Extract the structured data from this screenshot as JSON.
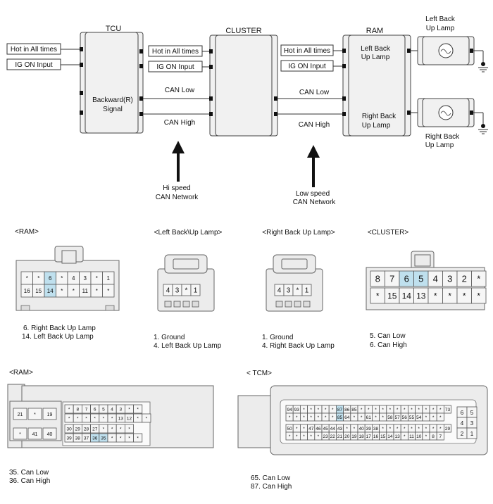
{
  "modules": {
    "tcu": "TCU",
    "cluster": "CLUSTER",
    "ram": "RAM",
    "tcu_signal": [
      "Backward(R)",
      "Signal"
    ],
    "ram_left": [
      "Left Back",
      "Up Lamp"
    ],
    "ram_right": [
      "Right Back",
      "Up Lamp"
    ]
  },
  "labels": {
    "hot": "Hot in All times",
    "ign": "IG ON Input",
    "can_low": "CAN Low",
    "can_high": "CAN High"
  },
  "lamps": {
    "left": [
      "Left Back",
      "Up Lamp"
    ],
    "right": [
      "Right Back",
      "Up Lamp"
    ]
  },
  "networks": {
    "hi": [
      "Hi speed",
      "CAN Network"
    ],
    "low": [
      "Low speed",
      "CAN Network"
    ]
  },
  "connectors": {
    "ram_small": {
      "title": "<RAM>",
      "row1": [
        "*",
        "*",
        "6",
        "*",
        "4",
        "3",
        "*",
        "1"
      ],
      "row2": [
        "16",
        "15",
        "14",
        "*",
        "*",
        "11",
        "*",
        "*"
      ],
      "notes": [
        "6. Right Back Up Lamp",
        "14. Left Back Up Lamp"
      ]
    },
    "left_lamp": {
      "title": "<Left Back\\Up Lamp>",
      "pins": [
        "4",
        "3",
        "*",
        "1"
      ],
      "notes": [
        "1. Ground",
        "4. Left Back Up Lamp"
      ]
    },
    "right_lamp": {
      "title": "<Right Back Up Lamp>",
      "pins": [
        "4",
        "3",
        "*",
        "1"
      ],
      "notes": [
        "1. Ground",
        "4. Right Back Up Lamp"
      ]
    },
    "cluster": {
      "title": "<CLUSTER>",
      "row1": [
        "8",
        "7",
        "6",
        "5",
        "4",
        "3",
        "2",
        "*"
      ],
      "row2": [
        "*",
        "15",
        "14",
        "13",
        "*",
        "*",
        "*",
        "*"
      ],
      "notes": [
        "5. Can Low",
        "6. Can High"
      ]
    },
    "ram_big": {
      "title": "<RAM>",
      "side": [
        "21",
        "*",
        "19",
        "*",
        "41",
        "40"
      ],
      "rows": [
        [
          "*",
          "8",
          "7",
          "6",
          "5",
          "4",
          "3",
          "*",
          "*"
        ],
        [
          "*",
          "*",
          "*",
          "*",
          "*",
          "*",
          "13",
          "12",
          "*",
          "*"
        ],
        [
          "30",
          "29",
          "28",
          "27",
          "*",
          "*",
          "*",
          "*"
        ],
        [
          "39",
          "38",
          "37",
          "36",
          "35",
          "*",
          "*",
          "*",
          "*"
        ]
      ],
      "notes": [
        "35. Can Low",
        "36. Can High"
      ]
    },
    "tcm": {
      "title": "< TCM>",
      "rows": [
        [
          "94",
          "93",
          "*",
          "*",
          "*",
          "*",
          "*",
          "87",
          "86",
          "85",
          "*",
          "*",
          "*",
          "*",
          "*",
          "*",
          "*",
          "*",
          "*",
          "*",
          "*",
          "*",
          "73"
        ],
        [
          "*",
          "*",
          "*",
          "*",
          "*",
          "*",
          "*",
          "85",
          "64",
          "*",
          "*",
          "61",
          "*",
          "*",
          "58",
          "57",
          "56",
          "55",
          "54",
          "*",
          "*",
          "*"
        ],
        [
          "50",
          "*",
          "*",
          "47",
          "46",
          "45",
          "44",
          "43",
          "*",
          "*",
          "40",
          "39",
          "38",
          "*",
          "*",
          "*",
          "*",
          "*",
          "*",
          "*",
          "*",
          "*",
          "29"
        ],
        [
          "*",
          "*",
          "*",
          "*",
          "*",
          "23",
          "22",
          "21",
          "20",
          "19",
          "18",
          "17",
          "16",
          "15",
          "14",
          "13",
          "*",
          "11",
          "10",
          "*",
          "8",
          "7"
        ]
      ],
      "side": [
        "6",
        "5",
        "4",
        "3",
        "2",
        "1"
      ],
      "notes": [
        "65. Can Low",
        "87. Can High"
      ]
    }
  }
}
